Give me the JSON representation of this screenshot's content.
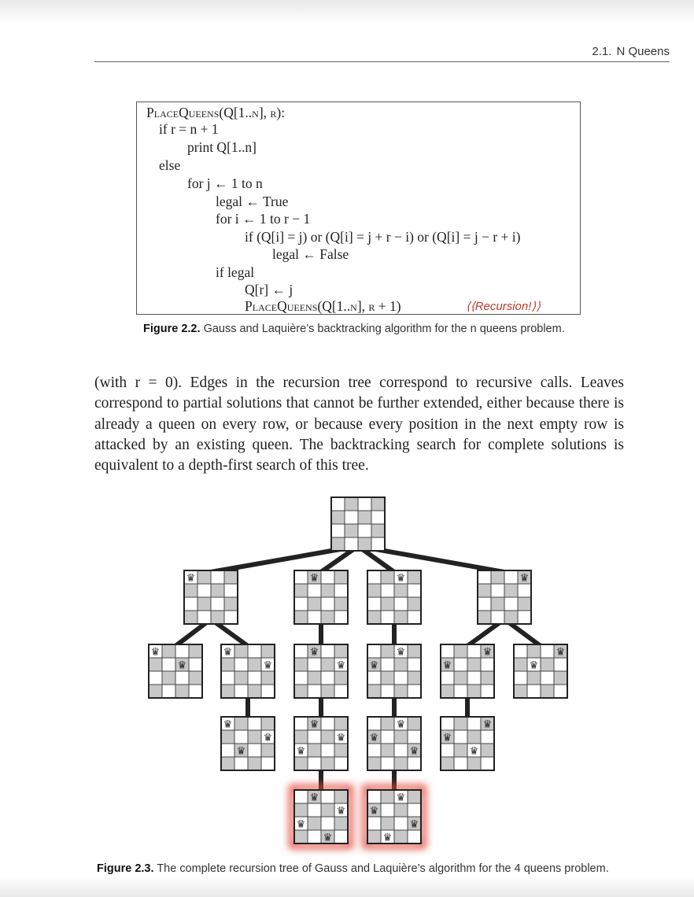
{
  "header": {
    "section_number": "2.1.",
    "section_title": "N Queens"
  },
  "algorithm": {
    "lines": [
      "PlaceQueens(Q[1..n], r):",
      "if r = n + 1",
      "print Q[1..n]",
      "else",
      "for j ← 1 to n",
      "legal ← True",
      "for i ← 1 to r − 1",
      "if (Q[i] = j) or (Q[i] = j + r − i) or (Q[i] = j − r + i)",
      "legal ← False",
      "if legal",
      "Q[r] ← j",
      "PlaceQueens(Q[1..n], r + 1)"
    ],
    "comment": "⟨⟨Recursion!⟩⟩"
  },
  "figure_2_2": {
    "label": "Figure 2.2.",
    "caption": "Gauss and Laquière’s backtracking algorithm for the n queens problem."
  },
  "paragraph": "(with r = 0). Edges in the recursion tree correspond to recursive calls. Leaves correspond to partial solutions that cannot be further extended, either because there is already a queen on every row, or because every position in the next empty row is attacked by an existing queen. The backtracking search for complete solutions is equivalent to a depth-first search of this tree.",
  "figure_2_3": {
    "label": "Figure 2.3.",
    "caption": "The complete recursion tree of Gauss and Laquière’s algorithm for the 4 queens problem."
  },
  "tree": {
    "queen_glyph": "♛",
    "colors": {
      "dark_square": "#c8c8c8",
      "light_square": "#ffffff",
      "edge": "#222222",
      "solution_glow": "#e34a3c"
    },
    "nodes": [
      {
        "id": "root",
        "queens": []
      },
      {
        "id": "a",
        "queens": [
          1
        ]
      },
      {
        "id": "b",
        "queens": [
          2
        ]
      },
      {
        "id": "c",
        "queens": [
          3
        ]
      },
      {
        "id": "d",
        "queens": [
          4
        ]
      },
      {
        "id": "a1",
        "queens": [
          1,
          3
        ]
      },
      {
        "id": "a2",
        "queens": [
          1,
          4
        ]
      },
      {
        "id": "b1",
        "queens": [
          2,
          4
        ]
      },
      {
        "id": "c1",
        "queens": [
          3,
          1
        ]
      },
      {
        "id": "d1",
        "queens": [
          4,
          1
        ]
      },
      {
        "id": "d2",
        "queens": [
          4,
          2
        ]
      },
      {
        "id": "a2a",
        "queens": [
          1,
          4,
          2
        ]
      },
      {
        "id": "b1a",
        "queens": [
          2,
          4,
          1
        ]
      },
      {
        "id": "c1a",
        "queens": [
          3,
          1,
          4
        ]
      },
      {
        "id": "d1a",
        "queens": [
          4,
          1,
          3
        ]
      },
      {
        "id": "b1a1",
        "queens": [
          2,
          4,
          1,
          3
        ],
        "solution": true
      },
      {
        "id": "c1a1",
        "queens": [
          3,
          1,
          4,
          2
        ],
        "solution": true
      }
    ],
    "edges": [
      [
        "root",
        "a"
      ],
      [
        "root",
        "b"
      ],
      [
        "root",
        "c"
      ],
      [
        "root",
        "d"
      ],
      [
        "a",
        "a1"
      ],
      [
        "a",
        "a2"
      ],
      [
        "b",
        "b1"
      ],
      [
        "c",
        "c1"
      ],
      [
        "d",
        "d1"
      ],
      [
        "d",
        "d2"
      ],
      [
        "a2",
        "a2a"
      ],
      [
        "b1",
        "b1a"
      ],
      [
        "c1",
        "c1a"
      ],
      [
        "d1",
        "d1a"
      ],
      [
        "b1a",
        "b1a1"
      ],
      [
        "c1a",
        "c1a1"
      ]
    ]
  }
}
